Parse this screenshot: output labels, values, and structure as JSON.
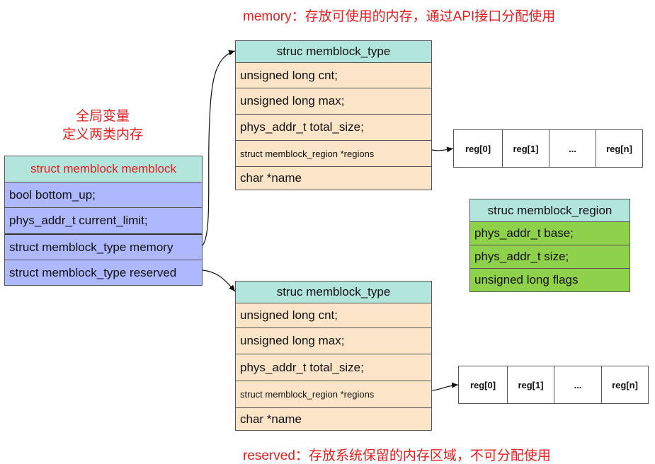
{
  "notes": {
    "top": "memory：存放可使用的内存，通过API接口分配使用",
    "global_line1": "全局变量",
    "global_line2": "定义两类内存",
    "bottom": "reserved：存放系统保留的内存区域，不可分配使用"
  },
  "memblock": {
    "title": "struct memblock memblock",
    "fields": [
      "bool bottom_up;",
      "phys_addr_t current_limit;",
      "struct memblock_type memory",
      "struct memblock_type reserved"
    ]
  },
  "type_memory": {
    "title": "struc memblock_type",
    "fields": [
      "unsigned long cnt;",
      "unsigned long max;",
      "phys_addr_t total_size;",
      "struct memblock_region *regions",
      "char *name"
    ]
  },
  "type_reserved": {
    "title": "struc memblock_type",
    "fields": [
      "unsigned long cnt;",
      "unsigned long max;",
      "phys_addr_t total_size;",
      "struct memblock_region *regions",
      "char *name"
    ]
  },
  "regions_memory": [
    "reg[0]",
    "reg[1]",
    "...",
    "reg[n]"
  ],
  "regions_reserved": [
    "reg[0]",
    "reg[1]",
    "...",
    "reg[n]"
  ],
  "region_struct": {
    "title": "struc memblock_region",
    "fields": [
      "phys_addr_t base;",
      "phys_addr_t size;",
      "unsigned long flags"
    ]
  },
  "colors": {
    "annotation_text": "#e02020",
    "header": "#b2e6dc",
    "type_fields": "#fce4c8",
    "memblock_fields": "#aeb8ff",
    "region_fields": "#8fd14a"
  }
}
